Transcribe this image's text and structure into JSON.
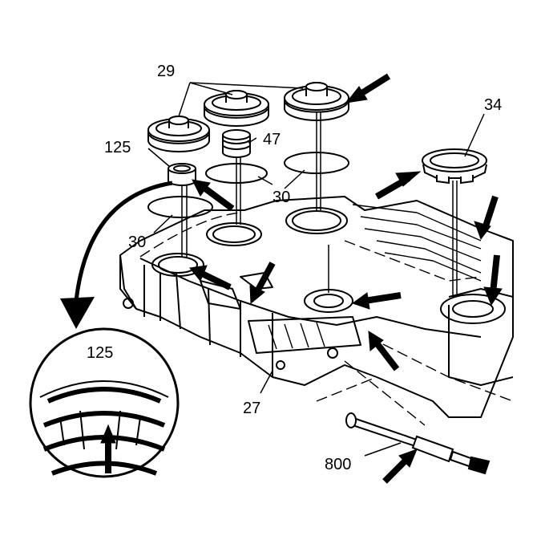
{
  "figure": {
    "colors": {
      "line": "#000000",
      "background": "#ffffff",
      "fill": "#ffffff"
    },
    "callouts": [
      {
        "id": "c29",
        "text": "29"
      },
      {
        "id": "c34",
        "text": "34"
      },
      {
        "id": "c47",
        "text": "47"
      },
      {
        "id": "c125a",
        "text": "125"
      },
      {
        "id": "c30a",
        "text": "30"
      },
      {
        "id": "c30b",
        "text": "30"
      },
      {
        "id": "c125b",
        "text": "125"
      },
      {
        "id": "c27",
        "text": "27"
      },
      {
        "id": "c800",
        "text": "800"
      }
    ]
  }
}
